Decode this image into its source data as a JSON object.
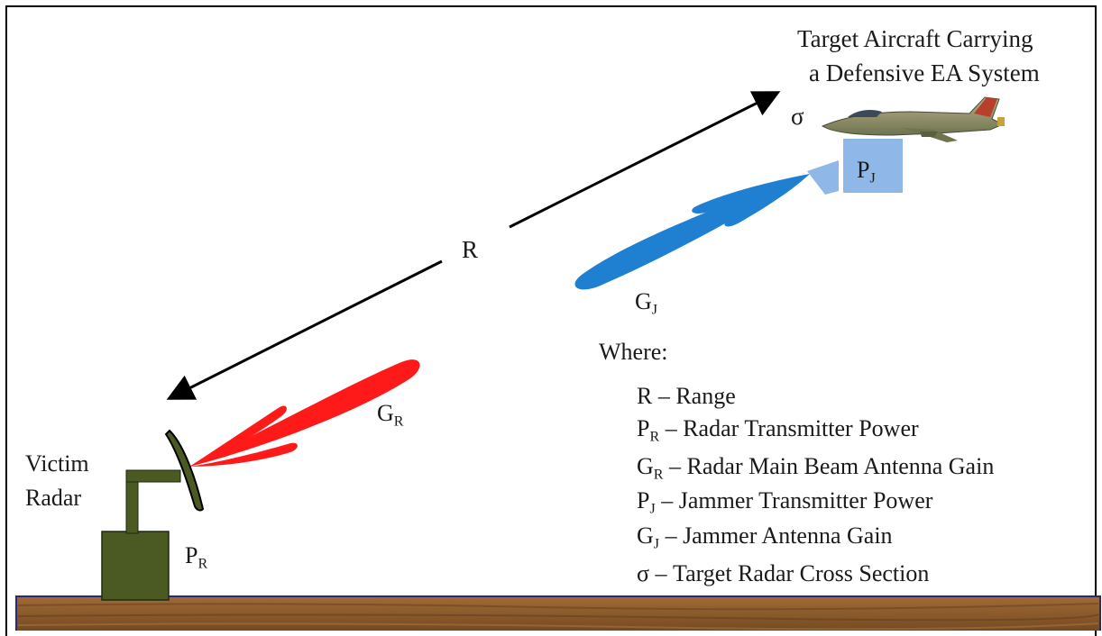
{
  "title": {
    "line1": "Target Aircraft Carrying",
    "line2": "a Defensive EA System"
  },
  "labels": {
    "sigma": "σ",
    "range": "R",
    "jammer_power_main": "P",
    "jammer_power_sub": "J",
    "jammer_gain_main": "G",
    "jammer_gain_sub": "J",
    "radar_gain_main": "G",
    "radar_gain_sub": "R",
    "radar_power_main": "P",
    "radar_power_sub": "R",
    "victim_line1": "Victim",
    "victim_line2": "Radar"
  },
  "legend": {
    "heading": "Where:",
    "items": [
      {
        "sym": "R",
        "sub": "",
        "text": " – Range"
      },
      {
        "sym": "P",
        "sub": "R",
        "text": " – Radar Transmitter Power"
      },
      {
        "sym": "G",
        "sub": "R",
        "text": " – Radar Main Beam Antenna Gain"
      },
      {
        "sym": "P",
        "sub": "J",
        "text": " – Jammer Transmitter Power"
      },
      {
        "sym": "G",
        "sub": "J",
        "text": " – Jammer Antenna Gain"
      },
      {
        "sym": "σ",
        "sub": "",
        "text": " – Target Radar Cross Section"
      }
    ]
  },
  "colors": {
    "radar_beam": "#ff1a1a",
    "jammer_beam": "#1f7fd0",
    "jammer_box": "#8fb8e8",
    "radar_structure": "#4a5a22",
    "ground": "#8a5a2c"
  }
}
